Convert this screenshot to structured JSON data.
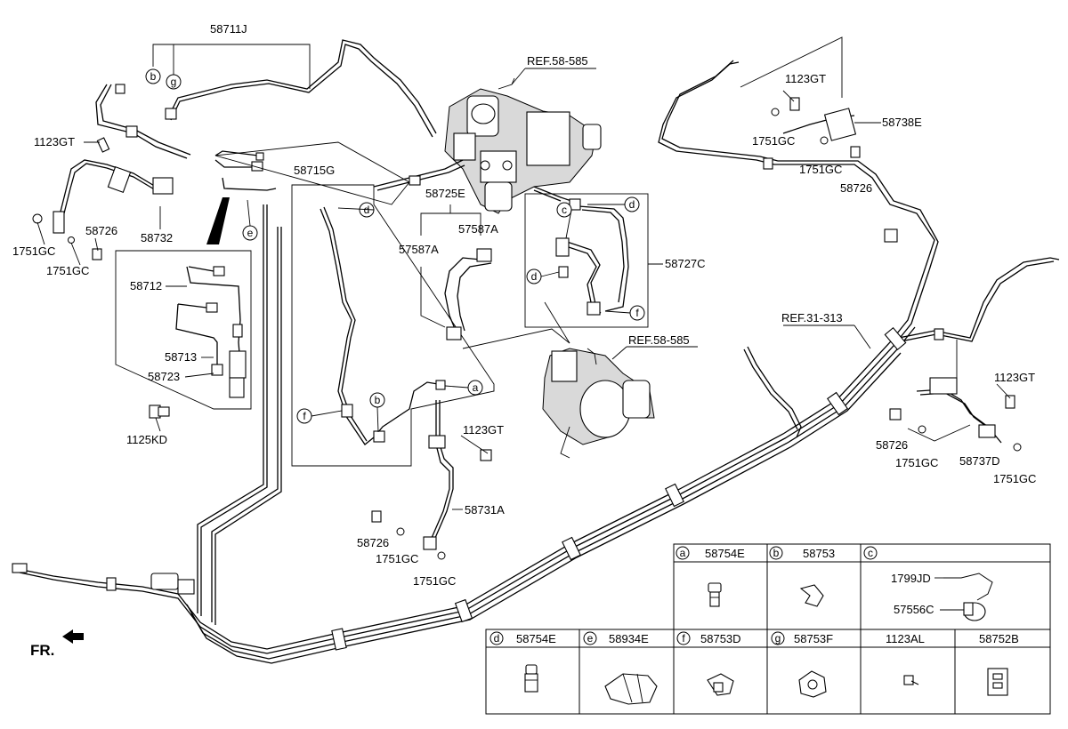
{
  "labels": {
    "p58711J": "58711J",
    "ref58585_top": "REF.58-585",
    "p1123GT_tl": "1123GT",
    "p58715G": "58715G",
    "p58725E": "58725E",
    "p1751GC_l1": "1751GC",
    "p58726_l": "58726",
    "p1751GC_l2": "1751GC",
    "p58732": "58732",
    "p57587A_1": "57587A",
    "p57587A_2": "57587A",
    "p58727C": "58727C",
    "p58712": "58712",
    "p58713": "58713",
    "p58723": "58723",
    "p1125KD": "1125KD",
    "ref58585_mid": "REF.58-585",
    "ref31313": "REF.31-313",
    "p1123GT_c": "1123GT",
    "p58731A": "58731A",
    "p58726_c": "58726",
    "p1751GC_c1": "1751GC",
    "p1751GC_c2": "1751GC",
    "p1123GT_tr": "1123GT",
    "p58738E": "58738E",
    "p1751GC_tr1": "1751GC",
    "p1751GC_tr2": "1751GC",
    "p58726_tr": "58726",
    "p1123GT_r": "1123GT",
    "p58726_r": "58726",
    "p1751GC_r1": "1751GC",
    "p58737D": "58737D",
    "p1751GC_r2": "1751GC",
    "fr": "FR."
  },
  "callouts": {
    "a": "a",
    "b": "b",
    "c": "c",
    "d": "d",
    "e": "e",
    "f": "f",
    "g": "g"
  },
  "legend": {
    "row1": [
      {
        "letter": "a",
        "part": "58754E"
      },
      {
        "letter": "b",
        "part": "58753"
      },
      {
        "letter": "c",
        "part": ""
      }
    ],
    "c_parts": [
      "1799JD",
      "57556C"
    ],
    "row2": [
      {
        "letter": "d",
        "part": "58754E"
      },
      {
        "letter": "e",
        "part": "58934E"
      },
      {
        "letter": "f",
        "part": "58753D"
      },
      {
        "letter": "g",
        "part": "58753F"
      },
      {
        "letter": "",
        "part": "1123AL"
      },
      {
        "letter": "",
        "part": "58752B"
      }
    ]
  }
}
